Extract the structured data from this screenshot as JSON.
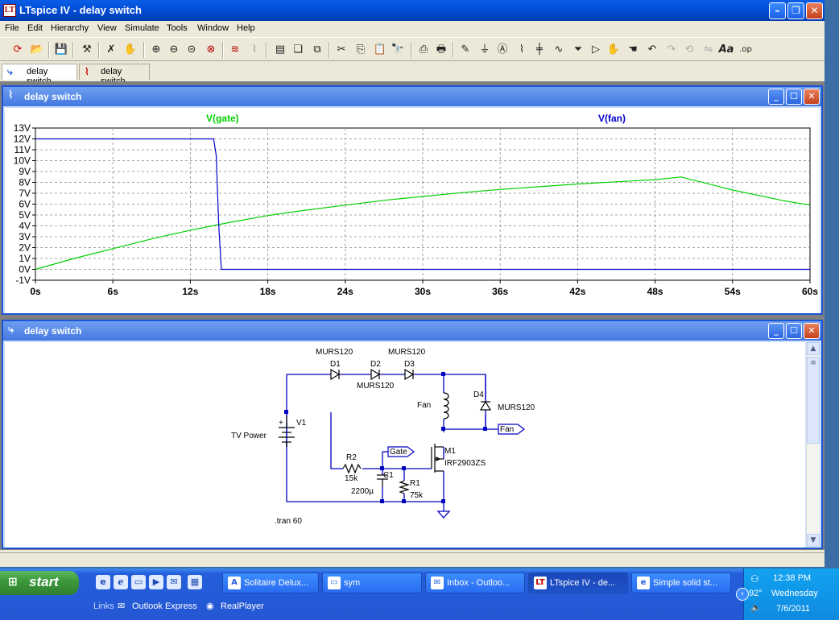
{
  "app": {
    "title": "LTspice IV - delay switch",
    "icon_text": "LT"
  },
  "menu": [
    "File",
    "Edit",
    "Hierarchy",
    "View",
    "Simulate",
    "Tools",
    "Window",
    "Help"
  ],
  "toolbar_icons": [
    "run-icon",
    "open-icon",
    "save-icon",
    "control-panel-icon",
    "halt-icon",
    "pan-icon",
    "zoom-in-icon",
    "zoom-out-icon",
    "zoom-fit-icon",
    "cancel-zoom-icon",
    "autorange-icon",
    "waveform-icon",
    "tile-icon",
    "cascade-icon",
    "close-all-icon",
    "cut-icon",
    "copy-icon",
    "paste-icon",
    "find-icon",
    "print-preview-icon",
    "print-icon",
    "draw-wire-icon",
    "ground-icon",
    "label-net-icon",
    "resistor-icon",
    "capacitor-icon",
    "inductor-icon",
    "diode-icon",
    "component-icon",
    "move-icon",
    "drag-icon",
    "undo-icon",
    "redo-icon",
    "rotate-icon",
    "mirror-icon",
    "text-icon",
    "spice-directive-icon"
  ],
  "doc_tabs": [
    {
      "label": "delay switch",
      "icon": "schematic-icon"
    },
    {
      "label": "delay switch",
      "icon": "waveform-icon"
    }
  ],
  "plot_window": {
    "title": "delay switch",
    "trace_labels": [
      {
        "name": "V(gate)",
        "color": "#00d000"
      },
      {
        "name": "V(fan)",
        "color": "#0000cc"
      }
    ]
  },
  "chart_data": {
    "type": "line",
    "title": "",
    "xlabel": "",
    "ylabel": "",
    "x_ticks": [
      "0s",
      "6s",
      "12s",
      "18s",
      "24s",
      "30s",
      "36s",
      "42s",
      "48s",
      "54s",
      "60s"
    ],
    "y_ticks": [
      "13V",
      "12V",
      "11V",
      "10V",
      "9V",
      "8V",
      "7V",
      "6V",
      "5V",
      "4V",
      "3V",
      "2V",
      "1V",
      "0V",
      "-1V"
    ],
    "xlim": [
      0,
      60
    ],
    "ylim": [
      -1,
      13
    ],
    "grid": true,
    "series": [
      {
        "name": "V(gate)",
        "color": "#00d000",
        "x": [
          0,
          3,
          6,
          9,
          12,
          15,
          18,
          21,
          24,
          27,
          30,
          33,
          36,
          39,
          42,
          45,
          48,
          50,
          52,
          54,
          56,
          58,
          60
        ],
        "y": [
          0,
          1.0,
          1.9,
          2.8,
          3.6,
          4.3,
          4.95,
          5.45,
          5.9,
          6.35,
          6.7,
          7.05,
          7.35,
          7.6,
          7.85,
          8.05,
          8.25,
          8.5,
          7.9,
          7.3,
          6.8,
          6.3,
          5.9
        ]
      },
      {
        "name": "V(fan)",
        "color": "#0000cc",
        "x": [
          0,
          13.8,
          14.0,
          14.2,
          14.4,
          60
        ],
        "y": [
          12.0,
          12.0,
          10.5,
          4.0,
          0.0,
          0.0
        ]
      }
    ]
  },
  "schematic_window": {
    "title": "delay switch",
    "labels": {
      "d1_model": "MURS120",
      "d1": "D1",
      "d2": "D2",
      "d2_model": "MURS120",
      "d3_model": "MURS120",
      "d3": "D3",
      "d4": "D4",
      "d4_model": "MURS120",
      "fan": "Fan",
      "fan_port": "Fan",
      "plus": "+",
      "v1": "V1",
      "tv_power": "TV Power",
      "gate_port": "Gate",
      "m1": "M1",
      "m1_model": "IRF2903ZS",
      "r2": "R2",
      "r2_value": "15k",
      "c1": "C1",
      "c1_value": "2200µ",
      "r1": "R1",
      "r1_value": "75k",
      "directive": ".tran 60"
    }
  },
  "taskbar": {
    "start_label": "start",
    "buttons": [
      {
        "label": "Solitaire Delux...",
        "icon": "A"
      },
      {
        "label": "sym",
        "icon": "▭"
      },
      {
        "label": "Inbox - Outloo...",
        "icon": "✉"
      },
      {
        "label": "LTspice IV - de...",
        "icon": "LT"
      },
      {
        "label": "Simple solid st...",
        "icon": "e"
      }
    ],
    "links_label": "Links",
    "links": [
      {
        "label": "Outlook Express",
        "icon": "✉"
      },
      {
        "label": "RealPlayer",
        "icon": "◉"
      }
    ],
    "clock": {
      "time": "12:38 PM",
      "temp": "92°",
      "day": "Wednesday",
      "date": "7/6/2011"
    }
  }
}
